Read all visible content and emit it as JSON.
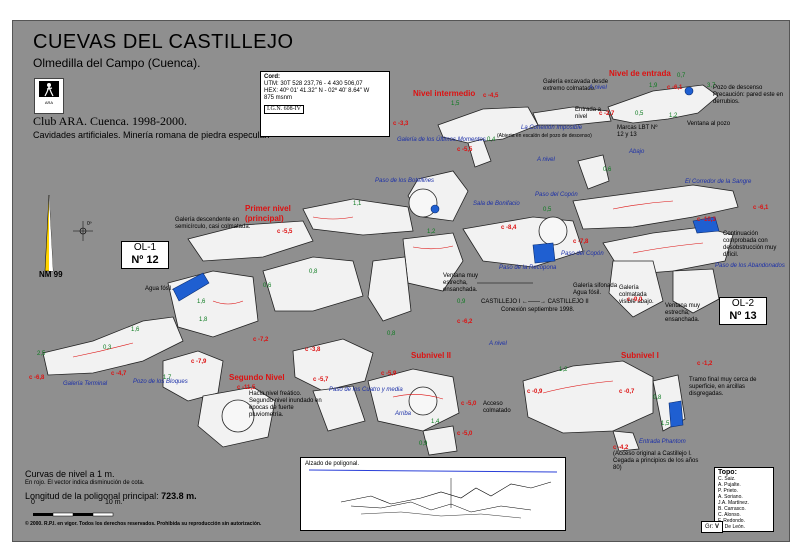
{
  "header": {
    "title": "CUEVAS DEL CASTILLEJO",
    "subtitle": "Olmedilla del Campo (Cuenca).",
    "club": "Club ARA. Cuenca. 1998-2000.",
    "description": "Cavidades artificiales. Minería romana de piedra especular."
  },
  "logo": {
    "text": "ARA"
  },
  "coords": {
    "heading": "Cord:",
    "utm": "UTM: 30T 528 237,76 - 4 430 506,07",
    "hex": "HEX: 40º 01' 41.32\" N - 02º 40' 8.64\" W",
    "alt": "875 msnm",
    "ign": "I.G.N. 608-IV"
  },
  "north": {
    "label": "NM 99",
    "angle": "0º"
  },
  "levels": {
    "intermedio": "Nivel intermedio",
    "entrada": "Nivel de entrada",
    "primer": "Primer nivel",
    "primer_sub": "(principal)",
    "segundo": "Segundo Nivel",
    "subnivel2": "Subnivel II",
    "subnivel1": "Subnivel I"
  },
  "boxes": {
    "ol1": {
      "code": "OL-1",
      "num": "Nº 12"
    },
    "ol2": {
      "code": "OL-2",
      "num": "Nº 13"
    }
  },
  "names": {
    "galeria_ultimos": "Galería de los Últimos Momentos",
    "conexion_imposible": "La Conexión Imposible",
    "conexion_note": "(Abierta en escalón del pozo de descenso)",
    "paso_botellines": "Paso de los Botellines",
    "sala_bonifacio": "Sala de Bonifacio",
    "paso_copon_1": "Paso del Copón",
    "paso_copon_2": "Paso del Copón",
    "corredor_sangre": "El Corredor de la Sangre",
    "paso_abandonados": "Paso de los Abandonados",
    "paso_recopona": "Paso de la Recopona",
    "galeria_terminal": "Galería Terminal",
    "pozo_bloques": "Pozo de los Bloques",
    "paso_cuatro": "Paso de los Cuatro y media",
    "entrada_phantom": "Entrada Phantom"
  },
  "notes": {
    "galeria_excavada": "Galería excavada desde extremo colmatado.",
    "entrada_nivel": "Entrada a nivel",
    "marcas_lbt": "Marcas LBT Nº 12 y 13",
    "pozo_descenso": "Pozo de descenso Precaución: pared este en derrubios.",
    "ventana_pozo": "Ventana al pozo",
    "galeria_descendente": "Galería descendente en semicírculo, casi colmatada.",
    "agua_fosil_1": "Agua fósil.",
    "agua_fosil_2": "Galería sifonada Agua fósil.",
    "ventana_muy_1": "Ventana muy estrecha, ensanchada.",
    "castillejo_line": "CASTILLEJO I  ←——→  CASTILLEJO II",
    "conexion_1998": "Conexión septiembre 1998.",
    "colmatada_visible": "Galería colmatada visible abajo.",
    "continuacion": "Continuación comprobada con desobstrucción muy difícil.",
    "ventana_muy_2": "Ventana muy estrecha, ensanchada.",
    "hacia_nivel": "Hacia nivel freático. Segundo nivel inundado en épocas de fuerte pluviometría.",
    "acceso_colmatado": "Acceso colmatado",
    "tramo_final": "Tramo final muy cerca de superficie, en arcillas disgregadas.",
    "acceso_original": "(Acceso original a Castillejo I. Cegada a principios de los años 80)",
    "a_nivel_1": "A nivel",
    "a_nivel_2": "A nivel",
    "a_nivel_3": "A nivel",
    "abajo": "Abajo",
    "arriba": "Arriba"
  },
  "depths": {
    "c1": "c -3,3",
    "c2": "c -4,5",
    "c3": "c -5,5",
    "c4": "c -2,7",
    "c5": "c -5,5",
    "c6": "c -8,4",
    "c7": "c -7,8",
    "c8": "c -9,0",
    "c9": "c -10,3",
    "c10": "c -6,1",
    "c11": "c -6,2",
    "c12": "c -7,2",
    "c13": "c -3,8",
    "c14": "c -7,9",
    "c15": "c -6,8",
    "c16": "c -4,7",
    "c17": "c -11,5",
    "c18": "c -5,7",
    "c19": "c -5,9",
    "c20": "c -5,0",
    "c21": "c -5,0",
    "c22": "c -0,9",
    "c23": "c -0,7",
    "c24": "c -4,2",
    "c25": "c -1,2",
    "c26": "c -6,1"
  },
  "heights": {
    "h1": "1,5",
    "h2": "0,4",
    "h3": "0,5",
    "h4": "0,7",
    "h5": "3,7",
    "h6": "1,2",
    "h7": "1,9",
    "h8": "0,6",
    "h9": "1,1",
    "h10": "1,2",
    "h11": "0,5",
    "h12": "1,6",
    "h13": "0,6",
    "h14": "1,8",
    "h15": "0,8",
    "h16": "1,6",
    "h17": "2,5",
    "h18": "0,3",
    "h19": "1,7",
    "h20": "0,8",
    "h21": "0,9",
    "h22": "1,4",
    "h23": "0,9",
    "h24": "1,2",
    "h25": "0,8",
    "h26": "1,5"
  },
  "legend": {
    "curvas": "Curvas de nivel a 1 m.",
    "curvas_note": "En rojo. El vector indica disminución de cota.",
    "longitud_label": "Longitud de la poligonal principal:",
    "longitud_value": "723.8 m.",
    "scale_zero": "0",
    "scale_ten": "10 m.",
    "copyright": "© 2000. R.P.I. en vigor. Todos los derechos reservados. Prohibida su reproducción sin autorización."
  },
  "profile": {
    "title": "Alzado de poligonal."
  },
  "topo": {
    "heading": "Topo:",
    "names": [
      "C. Saiz.",
      "A. Pujalte.",
      "P. Prieto.",
      "A. Soriano.",
      "J.A. Martínez.",
      "B. Carrasco.",
      "C. Alonso.",
      "F. Redondo.",
      "G. De León."
    ]
  },
  "grade": {
    "label": "Gr:",
    "value": "V"
  },
  "colors": {
    "background": "#8f8f8f",
    "passage": "#f2f2f2",
    "water": "#1f5fd1",
    "depth_red": "#dd1111",
    "name_blue": "#1b2fa8",
    "height_green": "#0b7a1e"
  }
}
